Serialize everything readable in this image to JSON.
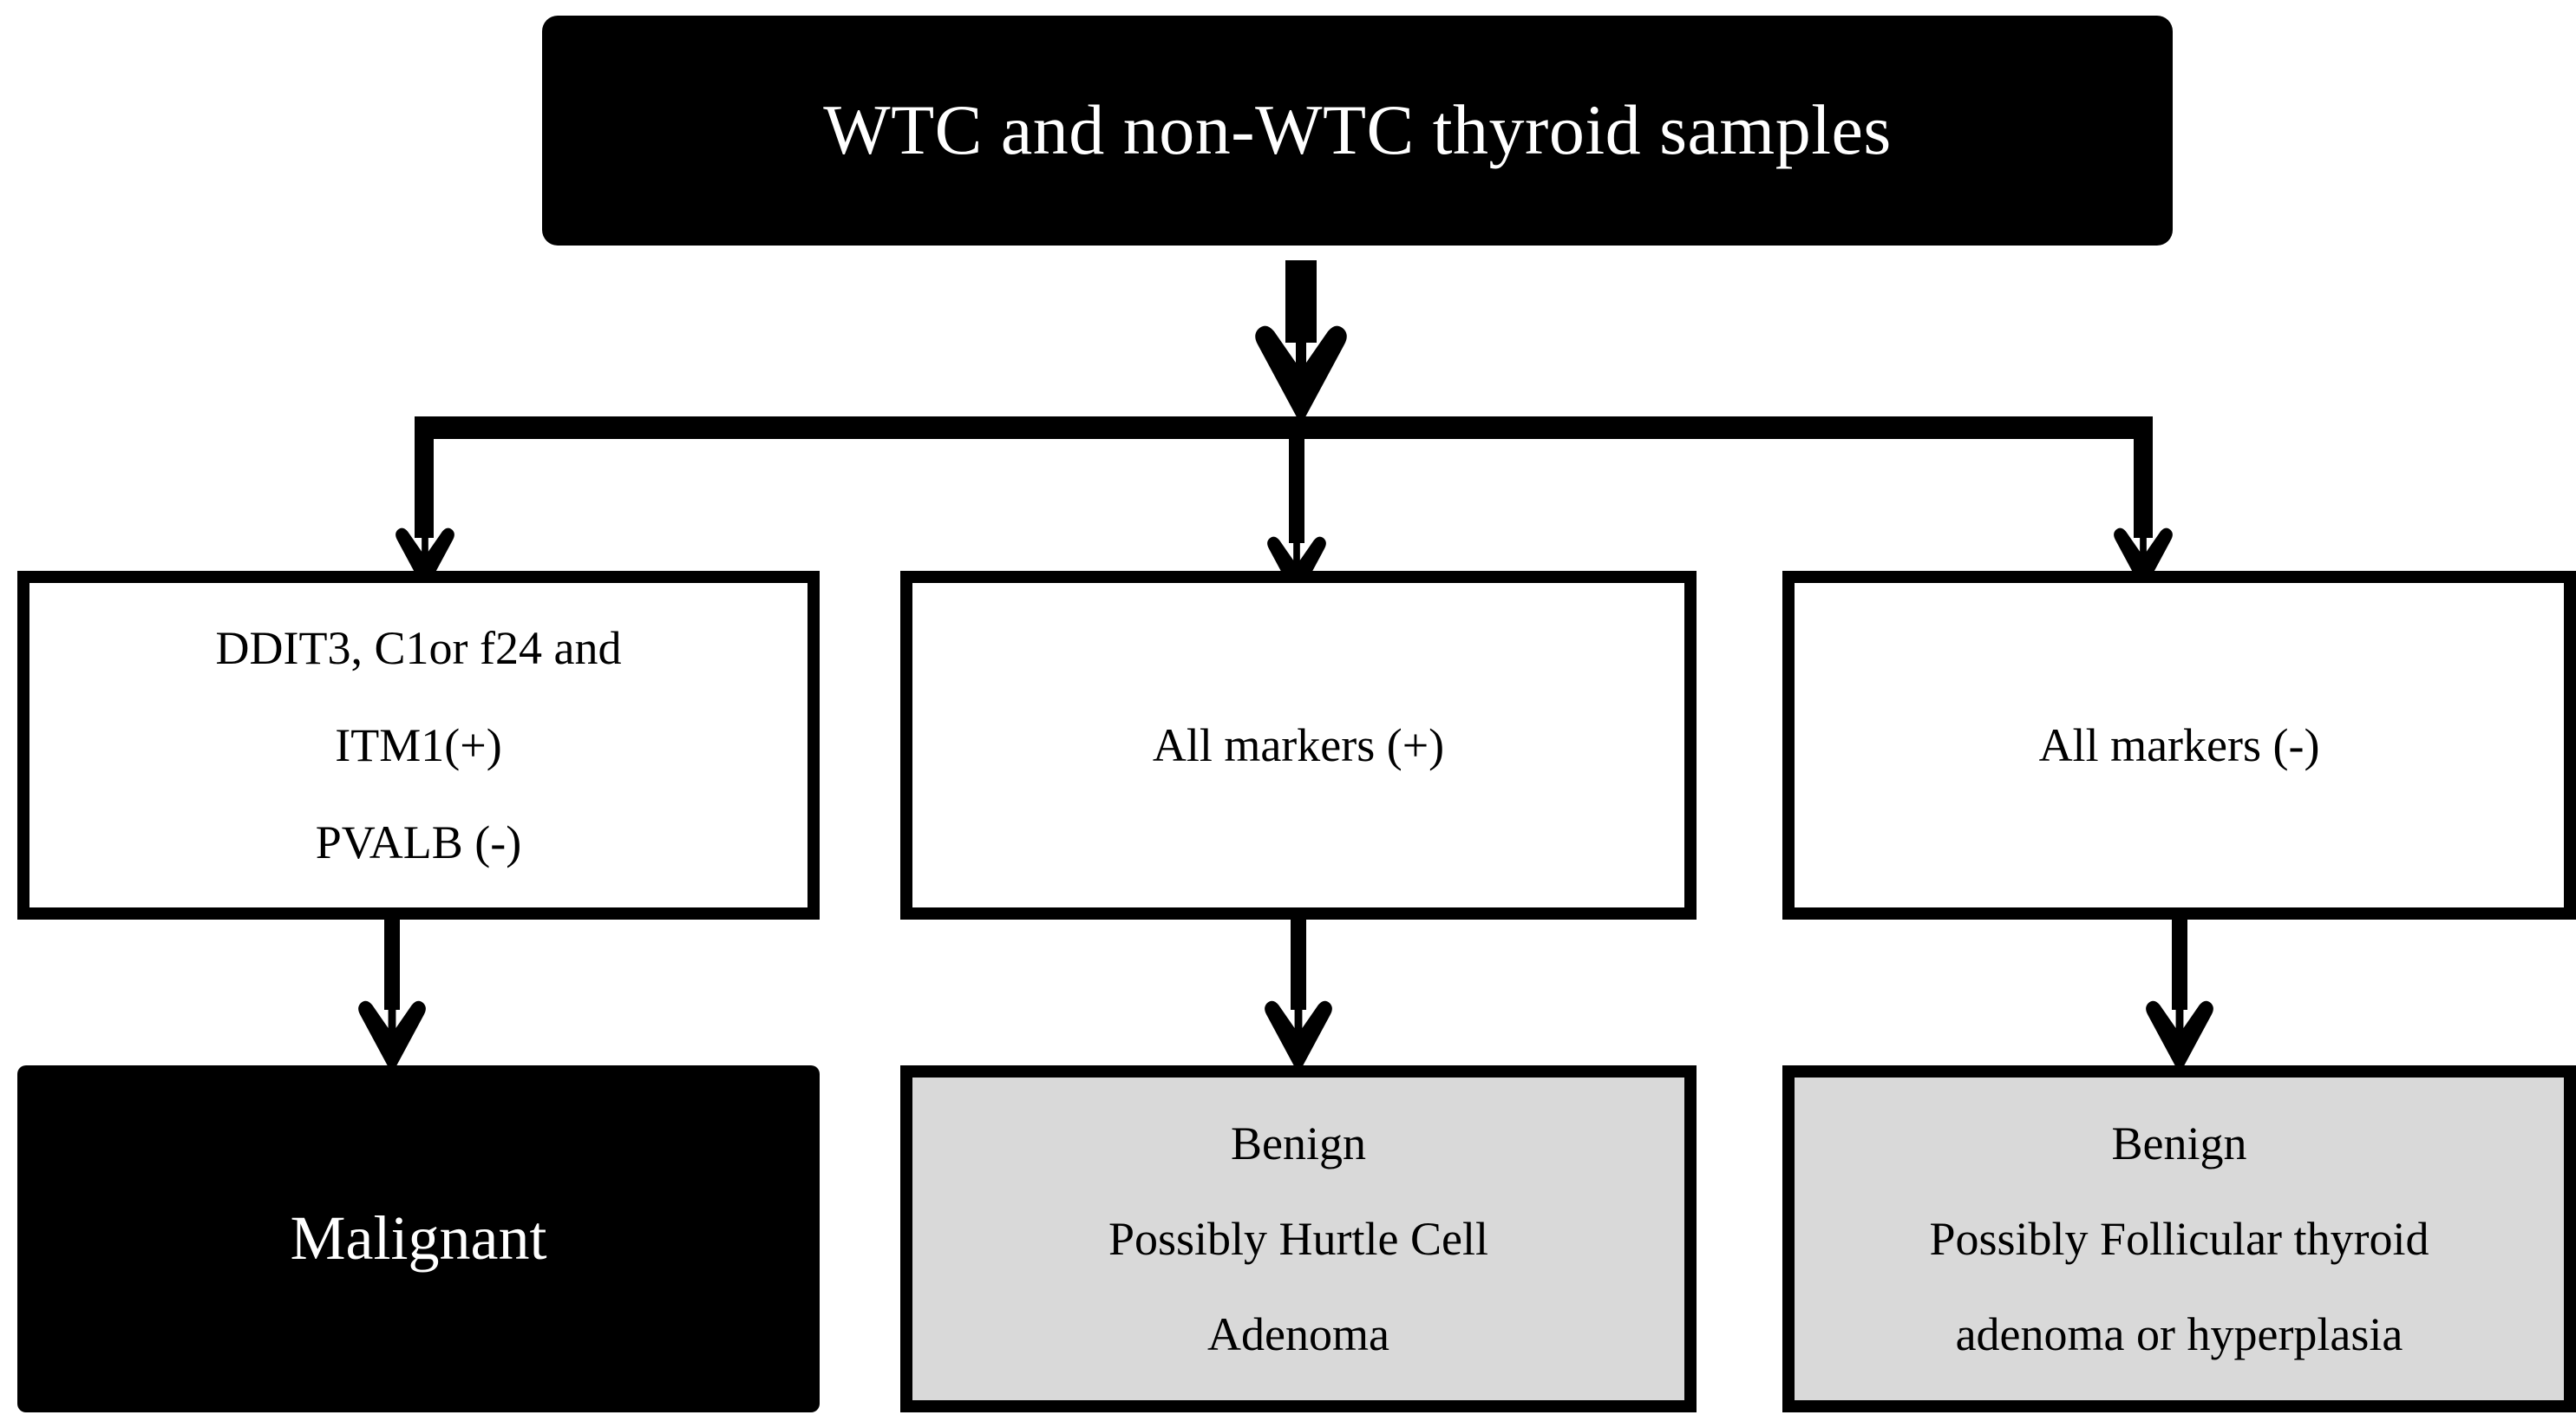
{
  "diagram": {
    "title_node": {
      "text": "WTC and non-WTC thyroid samples"
    },
    "branch_nodes": [
      {
        "id": "criteria",
        "lines": [
          "DDIT3, C1or f24 and",
          "ITM1(+)",
          "PVALB (-)"
        ]
      },
      {
        "id": "all-positive",
        "lines": [
          "All markers (+)"
        ]
      },
      {
        "id": "all-negative",
        "lines": [
          "All markers (-)"
        ]
      }
    ],
    "outcome_nodes": [
      {
        "id": "malignant",
        "lines": [
          "Malignant"
        ]
      },
      {
        "id": "benign-hurtle",
        "lines": [
          "Benign",
          "Possibly Hurtle Cell",
          "Adenoma"
        ]
      },
      {
        "id": "benign-follicular",
        "lines": [
          "Benign",
          "Possibly Follicular thyroid",
          "adenoma or hyperplasia"
        ]
      }
    ],
    "colors": {
      "ink": "#000000",
      "paper": "#ffffff",
      "fill_gray": "#d9d9d9",
      "title_text": "#ffffff"
    }
  }
}
